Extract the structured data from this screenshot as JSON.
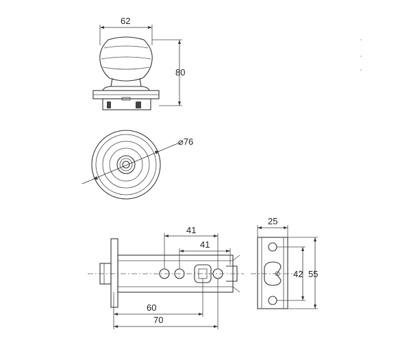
{
  "knob_side": {
    "width_label": "62",
    "height_label": "80"
  },
  "knob_front": {
    "diameter_label": "⌀76"
  },
  "latch_side": {
    "dim_a": "41",
    "dim_b": "41",
    "dim_c": "60",
    "dim_d": "70"
  },
  "strike_plate": {
    "width_label": "25",
    "hole_pitch_label": "42",
    "height_label": "55"
  }
}
